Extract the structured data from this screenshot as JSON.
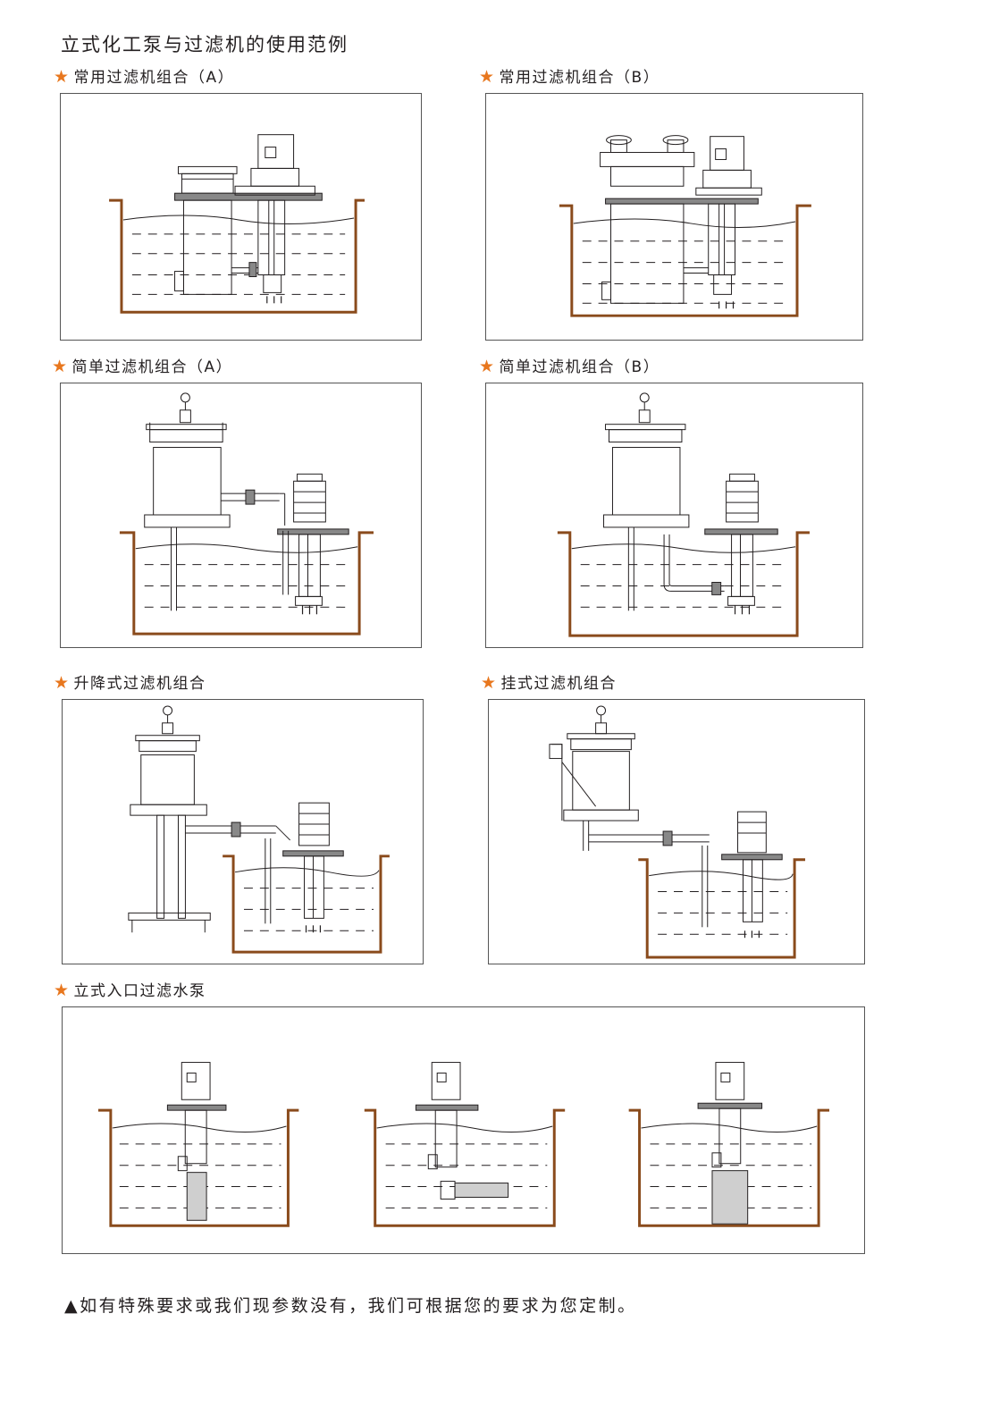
{
  "page": {
    "title": "立式化工泵与过滤机的使用范例"
  },
  "sections": [
    {
      "label": "常用过滤机组合（A）"
    },
    {
      "label": "常用过滤机组合（B）"
    },
    {
      "label": "简单过滤机组合（A）"
    },
    {
      "label": "简单过滤机组合（B）"
    },
    {
      "label": "升降式过滤机组合"
    },
    {
      "label": "挂式过滤机组合"
    },
    {
      "label": "立式入口过滤水泵"
    }
  ],
  "footnote": {
    "marker": "▲",
    "text": "如有特殊要求或我们现参数没有，我们可根据您的要求为您定制。"
  },
  "colors": {
    "star": "#e8771e",
    "tank_wall": "#8a4b1c",
    "line": "#231f20"
  },
  "icons": {
    "star": "star-icon",
    "triangle": "triangle-icon"
  }
}
